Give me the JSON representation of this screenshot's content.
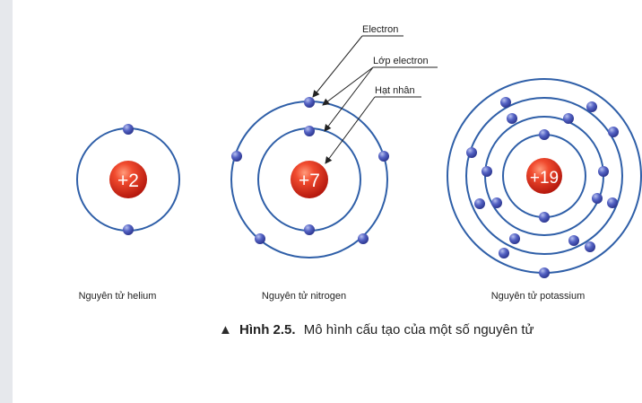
{
  "labels": {
    "electron": "Electron",
    "shell": "Lớp electron",
    "nucleus": "Hạt nhân"
  },
  "atoms": [
    {
      "charge": "+2",
      "caption": "Nguyên tử helium"
    },
    {
      "charge": "+7",
      "caption": "Nguyên tử nitrogen"
    },
    {
      "charge": "+19",
      "caption": "Nguyên tử potassium"
    }
  ],
  "figure": {
    "marker": "▲",
    "title": "Hình 2.5.",
    "caption": "Mô hình cấu tạo của một số nguyên tử"
  },
  "colors": {
    "orbit": "#2f5fa8",
    "electron": "#3d4aa3",
    "nucleus": "#e02a1c"
  }
}
